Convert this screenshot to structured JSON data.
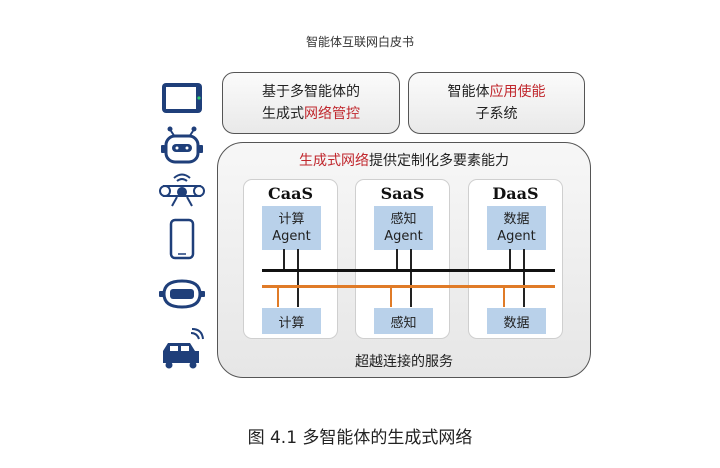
{
  "header": {
    "title": "智能体互联网白皮书"
  },
  "devices": [
    {
      "icon": "tablet-icon"
    },
    {
      "icon": "robot-icon"
    },
    {
      "icon": "drone-icon"
    },
    {
      "icon": "phone-icon"
    },
    {
      "icon": "vr-headset-icon"
    },
    {
      "icon": "connected-car-icon"
    }
  ],
  "top_boxes": {
    "left": {
      "line1": "基于多智能体的",
      "line2_plain": "生成式",
      "line2_red": "网络管控"
    },
    "right": {
      "line1_plain": "智能体",
      "line1_red": "应用使能",
      "line2": "子系统"
    }
  },
  "network": {
    "title_red": "生成式网络",
    "title_plain": "提供定制化多要素能力",
    "footer": "超越连接的服务",
    "services": [
      {
        "name": "CaaS",
        "agent_line1": "计算",
        "agent_line2": "Agent",
        "resource": "计算"
      },
      {
        "name": "SaaS",
        "agent_line1": "感知",
        "agent_line2": "Agent",
        "resource": "感知"
      },
      {
        "name": "DaaS",
        "agent_line1": "数据",
        "agent_line2": "Agent",
        "resource": "数据"
      }
    ]
  },
  "caption": "图 4.1  多智能体的生成式网络",
  "colors": {
    "accent_red": "#c0272d",
    "icon_blue": "#1f3f7a",
    "bus_orange": "#e07b27",
    "agent_fill": "#b9d1ea"
  }
}
